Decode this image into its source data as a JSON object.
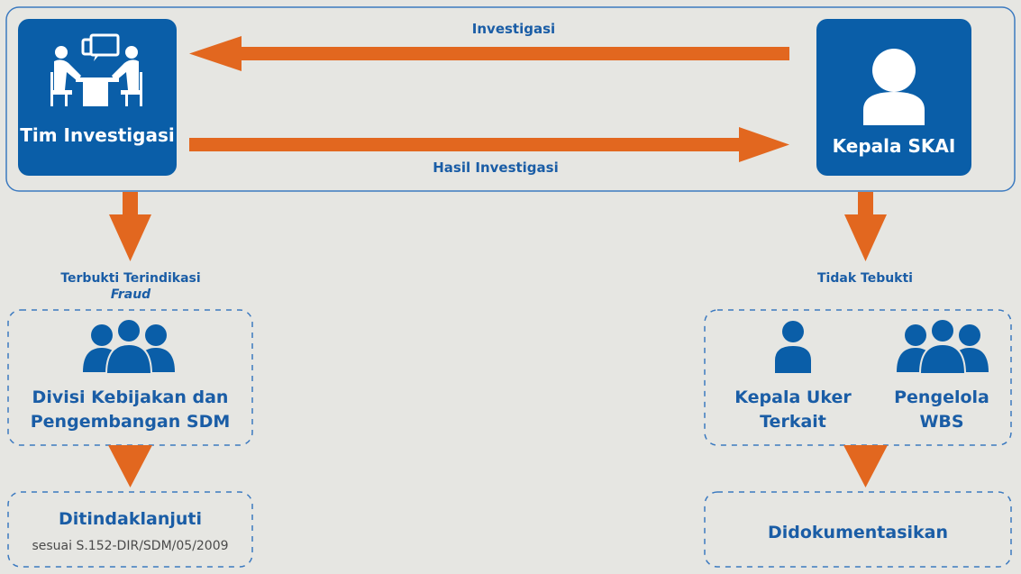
{
  "colors": {
    "background": "#e6e6e2",
    "node_fill": "#0a5ea8",
    "arrow": "#e2671f",
    "label_text": "#1a5da6",
    "frame_border": "#3c7ac0"
  },
  "nodes": {
    "tim_investigasi": {
      "title": "Tim Investigasi",
      "icon": "meeting-icon"
    },
    "kepala_skai": {
      "title": "Kepala SKAI",
      "icon": "person-icon"
    },
    "divisi": {
      "line1": "Divisi Kebijakan dan",
      "line2": "Pengembangan SDM",
      "icon": "group-icon"
    },
    "kepala_uker": {
      "line1": "Kepala Uker",
      "line2": "Terkait",
      "icon": "person-icon"
    },
    "pengelola_wbs": {
      "line1": "Pengelola",
      "line2": "WBS",
      "icon": "group-icon"
    },
    "ditindaklanjuti": {
      "title": "Ditindaklanjuti",
      "note": "sesuai S.152-DIR/SDM/05/2009"
    },
    "didokumentasikan": {
      "title": "Didokumentasikan"
    }
  },
  "edges": {
    "investigasi": "Investigasi",
    "hasil_investigasi": "Hasil Investigasi",
    "terbukti_line1": "Terbukti Terindikasi",
    "terbukti_line2": "Fraud",
    "tidak_terbukti": "Tidak Tebukti"
  }
}
